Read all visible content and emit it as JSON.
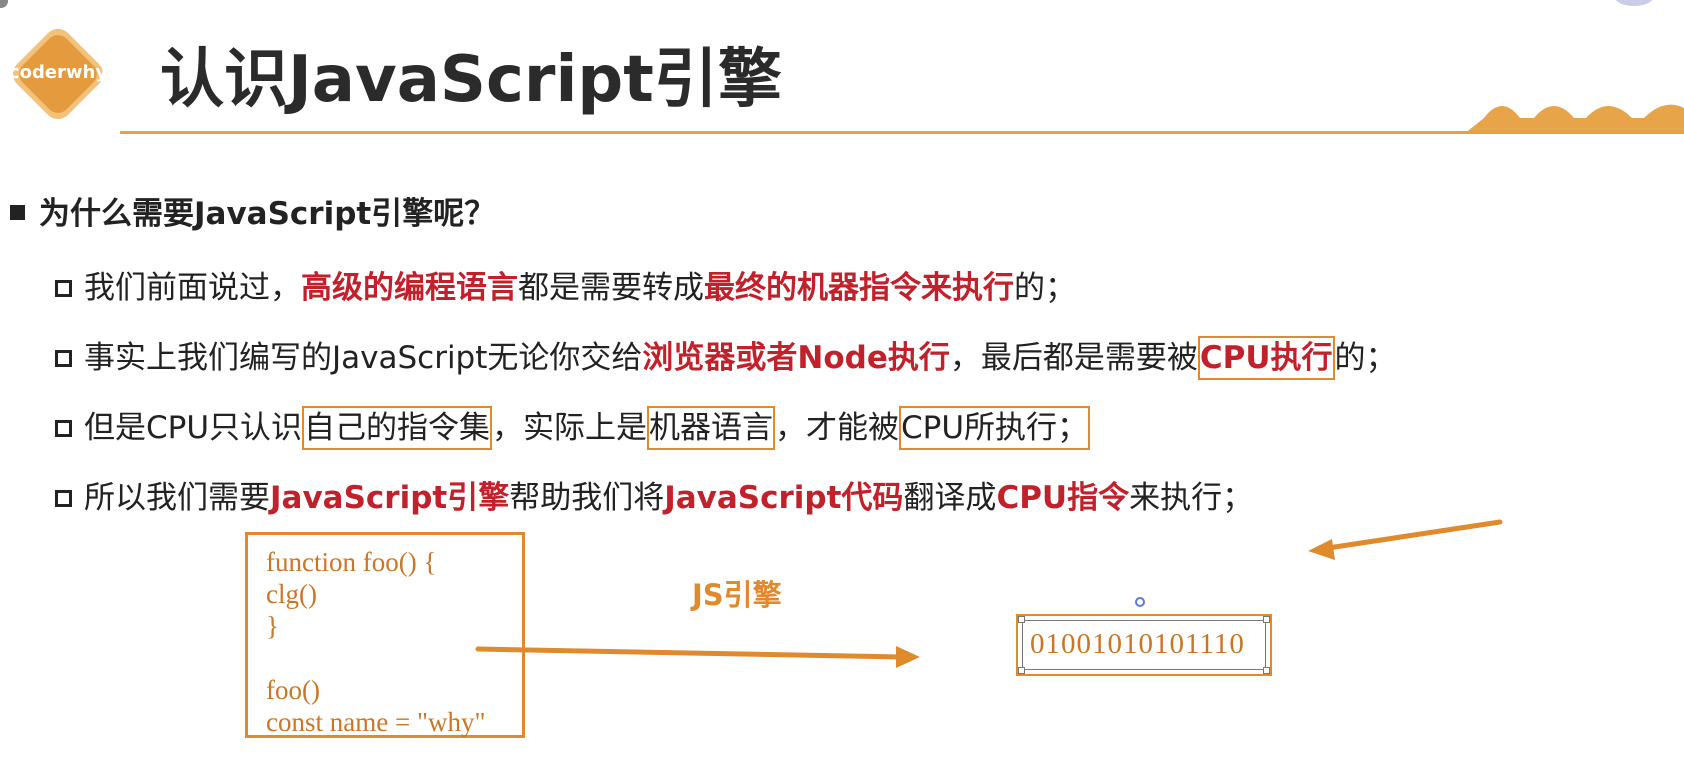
{
  "slide": {
    "logo_text": "coderwhy",
    "title": "认识JavaScript引擎"
  },
  "heading": "为什么需要JavaScript引擎呢？",
  "bullets": [
    {
      "segments": [
        "我们前面说过，",
        "高级的编程语言",
        "都是需要转成",
        "最终的机器指令来执行",
        "的；"
      ]
    },
    {
      "segments": [
        "事实上我们编写的JavaScript无论你交给",
        "浏览器或者Node执行",
        "，最后都是需要被",
        "CPU执行",
        "的；"
      ]
    },
    {
      "segments": [
        "但是CPU只认识",
        "自己的指令集",
        "，实际上是",
        "机器语言",
        "，才能被",
        "CPU所执行；"
      ]
    },
    {
      "segments": [
        "所以我们需要",
        "JavaScript引擎",
        "帮助我们将",
        "JavaScript代码",
        "翻译成",
        "CPU指令",
        "来执行；"
      ]
    }
  ],
  "diagram": {
    "code_lines": [
      "function foo() {",
      "clg()",
      "}",
      "",
      "foo()",
      "const name = \"why\""
    ],
    "engine_label": "JS引擎",
    "binary": "01001010101110"
  },
  "colors": {
    "accent": "#e08a2e",
    "highlight_red": "#c0212b",
    "rule": "#e5a04a"
  }
}
